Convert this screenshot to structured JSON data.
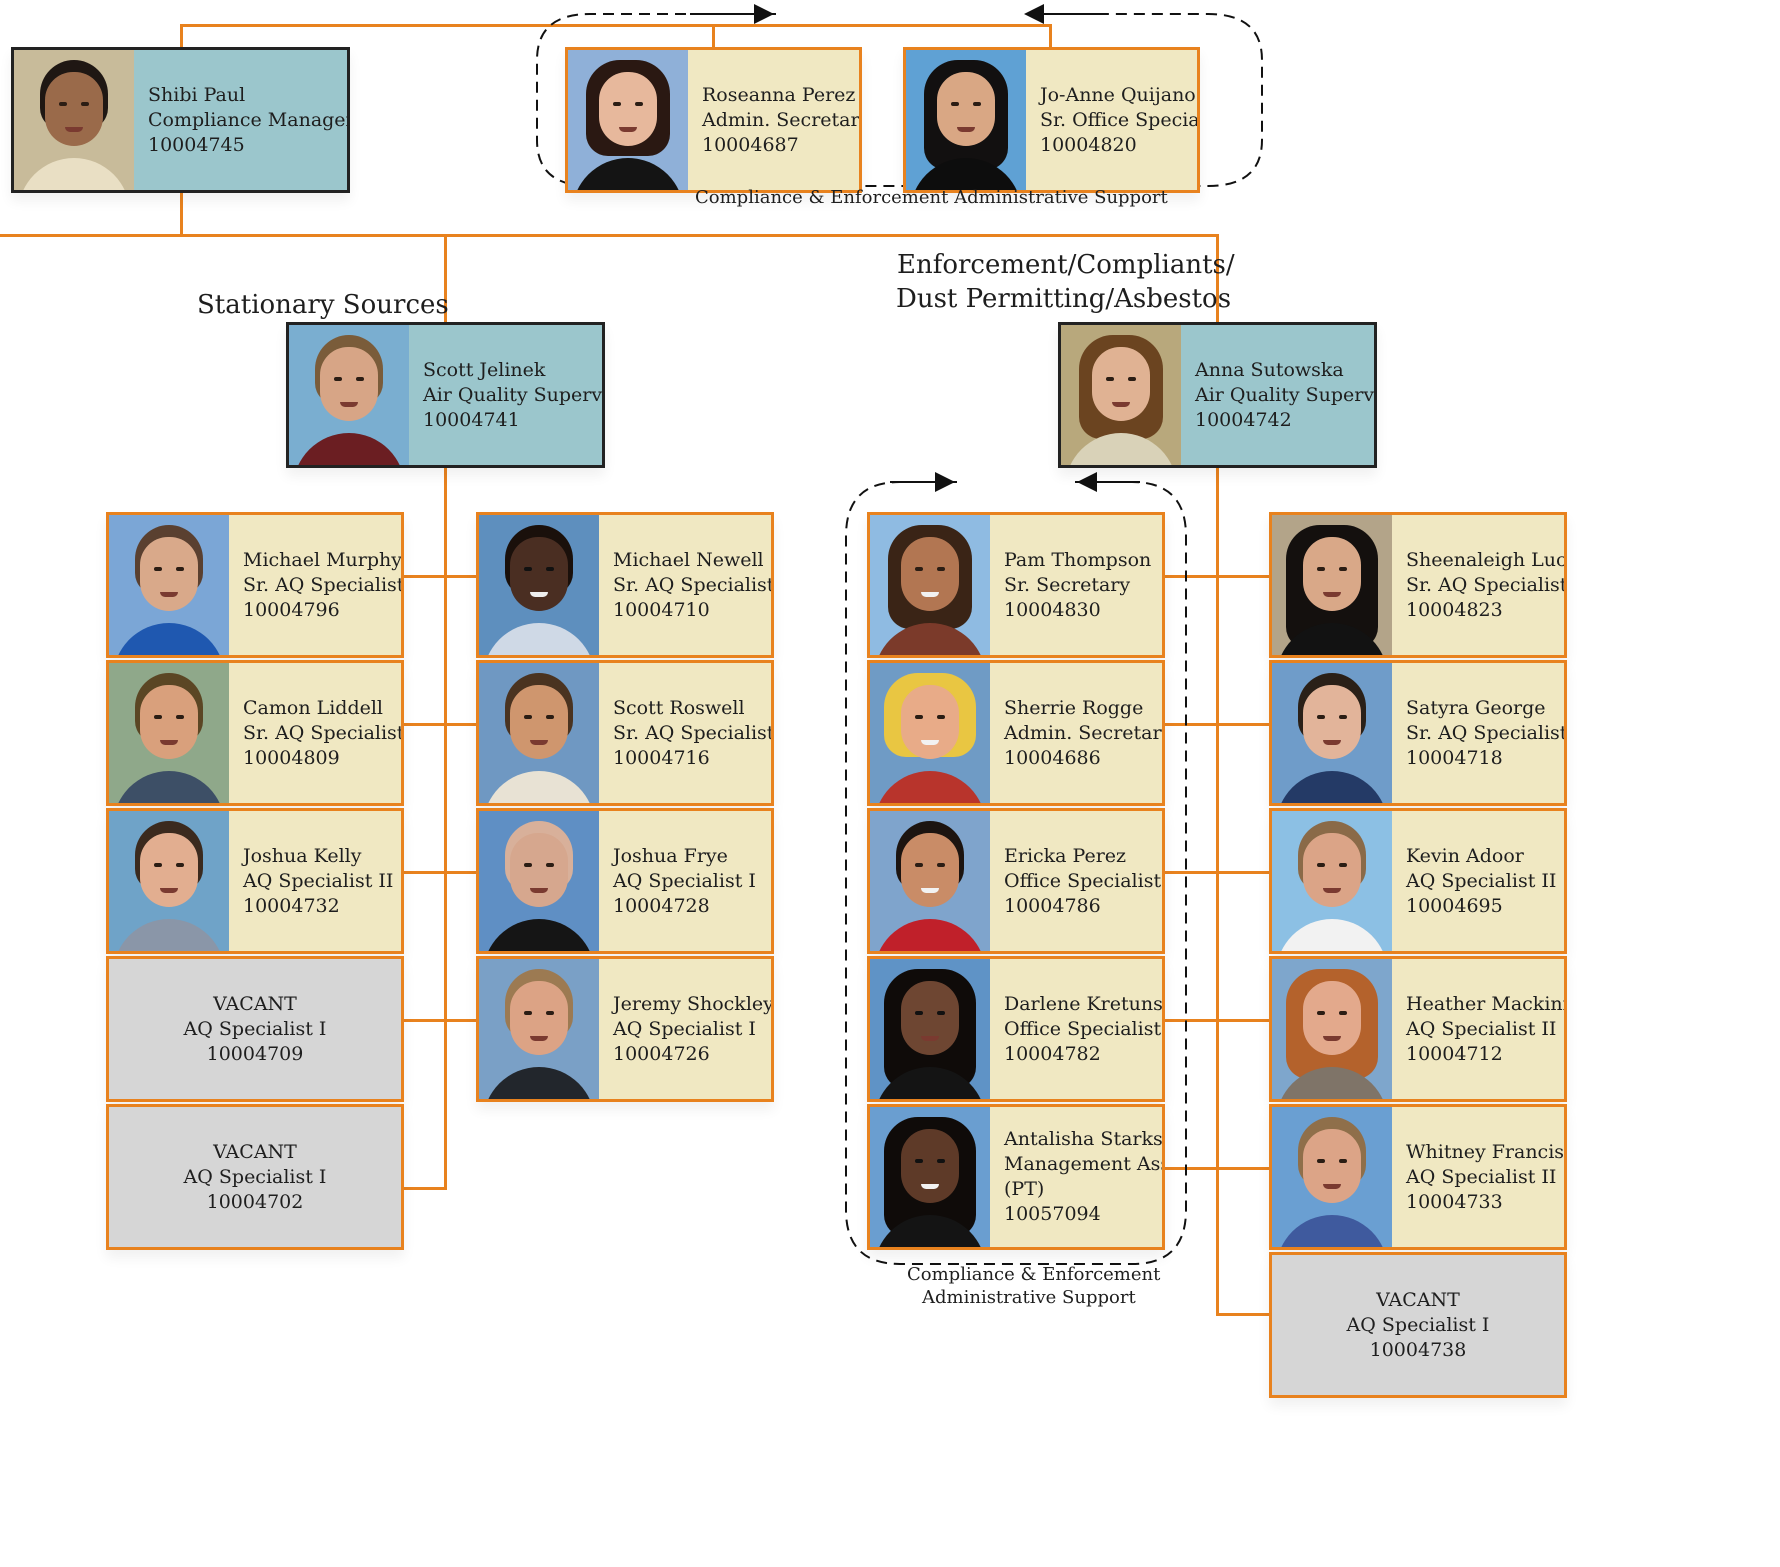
{
  "top": {
    "manager": {
      "name": "Shibi Paul",
      "title": "Compliance Manager",
      "id": "10004745"
    },
    "admin_support": [
      {
        "name": "Roseanna Perez",
        "title": "Admin. Secretary",
        "id": "10004687"
      },
      {
        "name": "Jo-Anne Quijano",
        "title": "Sr. Office Specialist",
        "id": "10004820"
      }
    ],
    "admin_support_label": "Compliance & Enforcement Administrative Support"
  },
  "stationary": {
    "heading": "Stationary Sources",
    "supervisor": {
      "name": "Scott Jelinek",
      "title": "Air Quality Supervisor",
      "id": "10004741"
    },
    "left": [
      {
        "name": "Michael Murphy",
        "title": "Sr. AQ Specialist",
        "id": "10004796"
      },
      {
        "name": "Camon Liddell",
        "title": "Sr. AQ Specialist",
        "id": "10004809"
      },
      {
        "name": "Joshua Kelly",
        "title": "AQ Specialist II",
        "id": "10004732"
      },
      {
        "name": "VACANT",
        "title": "AQ Specialist I",
        "id": "10004709"
      },
      {
        "name": "VACANT",
        "title": "AQ Specialist I",
        "id": "10004702"
      }
    ],
    "right": [
      {
        "name": "Michael Newell",
        "title": "Sr. AQ Specialist",
        "id": "10004710"
      },
      {
        "name": "Scott Roswell",
        "title": "Sr. AQ Specialist",
        "id": "10004716"
      },
      {
        "name": "Joshua Frye",
        "title": "AQ Specialist I",
        "id": "10004728"
      },
      {
        "name": "Jeremy Shockley",
        "title": "AQ Specialist I",
        "id": "10004726"
      }
    ]
  },
  "enforcement": {
    "heading_line1": "Enforcement/Compliants/",
    "heading_line2": "Dust Permitting/Asbestos",
    "supervisor": {
      "name": "Anna Sutowska",
      "title": "Air Quality Supervisor",
      "id": "10004742"
    },
    "support": [
      {
        "name": "Pam Thompson",
        "title": "Sr. Secretary",
        "id": "10004830"
      },
      {
        "name": "Sherrie Rogge",
        "title": "Admin. Secretary",
        "id": "10004686"
      },
      {
        "name": "Ericka Perez",
        "title": "Office Specialist",
        "id": "10004786"
      },
      {
        "name": "Darlene Kretunski",
        "title": "Office Specialist",
        "id": "10004782"
      },
      {
        "name": "Antalisha Starks",
        "title": "Management Asst",
        "title2": "(PT)",
        "id": "10057094"
      }
    ],
    "support_label_line1": "Compliance & Enforcement",
    "support_label_line2": "Administrative Support",
    "specialists": [
      {
        "name": "Sheenaleigh Lucas",
        "title": "Sr. AQ Specialist",
        "id": "10004823"
      },
      {
        "name": "Satyra George",
        "title": "Sr. AQ Specialist",
        "id": "10004718"
      },
      {
        "name": "Kevin Adoor",
        "title": "AQ Specialist II",
        "id": "10004695"
      },
      {
        "name": "Heather Mackinnon",
        "title": "AQ Specialist II",
        "id": "10004712"
      },
      {
        "name": "Whitney Francis",
        "title": "AQ Specialist II",
        "id": "10004733"
      },
      {
        "name": "VACANT",
        "title": "AQ Specialist I",
        "id": "10004738"
      }
    ]
  },
  "colors": {
    "connector": "#e8821e",
    "staff_card": "#f0e8c2",
    "supervisor_card": "#9bc6cc",
    "vacant_card": "#d6d6d6"
  }
}
